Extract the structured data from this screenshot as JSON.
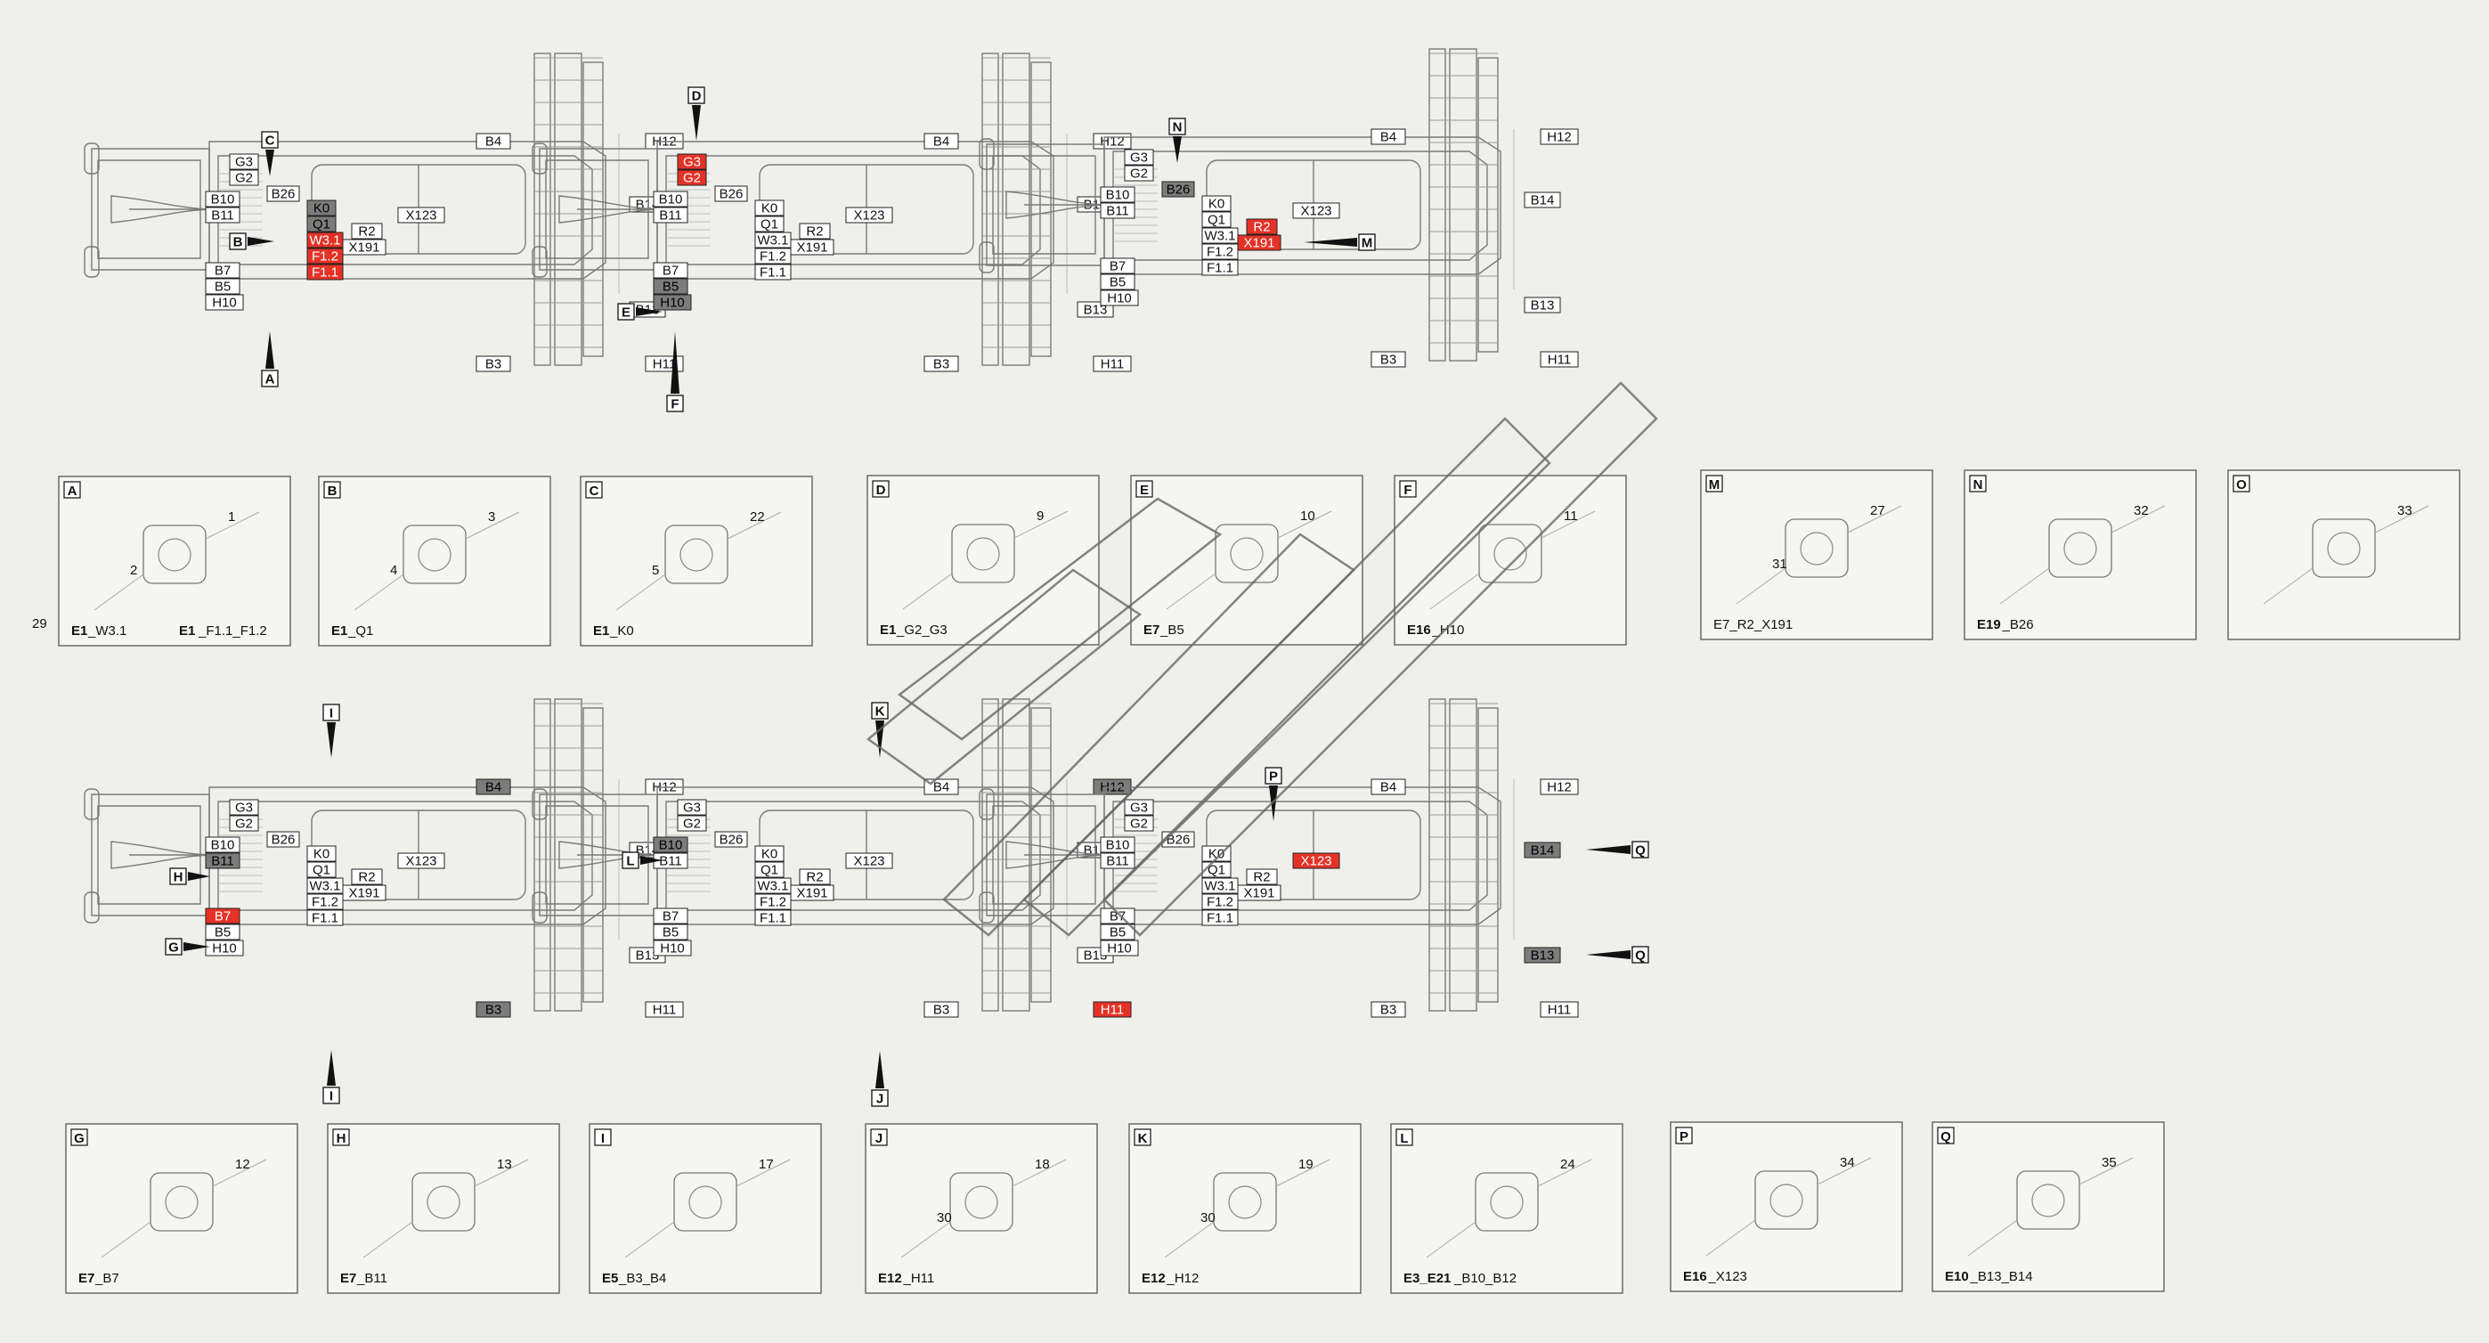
{
  "colors": {
    "background": "#efefeb",
    "line": "#6b6b6b",
    "highlight_red": "#e53227",
    "highlight_grey": "#7c7c7c",
    "frame": "#555555"
  },
  "labels_common": {
    "H12": "H12",
    "H11": "H11",
    "B14": "B14",
    "B13": "B13",
    "B4": "B4",
    "B3": "B3",
    "G3": "G3",
    "G2": "G2",
    "B26": "B26",
    "B10": "B10",
    "B11": "B11",
    "K0": "K0",
    "Q1": "Q1",
    "W31": "W3.1",
    "F12": "F1.2",
    "F11": "F1.1",
    "R2": "R2",
    "X191": "X191",
    "X123": "X123",
    "B7": "B7",
    "B5": "B5",
    "H10": "H10"
  },
  "markers": {
    "A": "A",
    "B": "B",
    "C": "C",
    "D": "D",
    "E": "E",
    "F": "F",
    "G": "G",
    "H": "H",
    "I": "I",
    "J": "J",
    "K": "K",
    "L": "L",
    "M": "M",
    "N": "N",
    "P": "P",
    "Q": "Q"
  },
  "detail_panels": [
    {
      "letter": "A",
      "numbers": [
        "1",
        "2",
        "29"
      ],
      "caption_code": "E1",
      "caption_rest": "_W3.1",
      "caption2_code": "E1",
      "caption2_rest": "_F1.1_F1.2"
    },
    {
      "letter": "B",
      "numbers": [
        "3",
        "4"
      ],
      "caption_code": "E1",
      "caption_rest": "_Q1"
    },
    {
      "letter": "C",
      "numbers": [
        "22",
        "5"
      ],
      "caption_code": "E1",
      "caption_rest": "_K0"
    },
    {
      "letter": "D",
      "numbers": [
        "9"
      ],
      "caption_code": "E1",
      "caption_rest": "_G2_G3"
    },
    {
      "letter": "E",
      "numbers": [
        "10"
      ],
      "caption_code": "E7",
      "caption_rest": "_B5"
    },
    {
      "letter": "F",
      "numbers": [
        "11"
      ],
      "caption_code": "E16",
      "caption_rest": "_H10"
    },
    {
      "letter": "M",
      "numbers": [
        "27",
        "31"
      ],
      "caption_code": "",
      "caption_rest": "E7_R2_X191"
    },
    {
      "letter": "N",
      "numbers": [
        "32"
      ],
      "caption_code": "E19",
      "caption_rest": "_B26"
    },
    {
      "letter": "O",
      "numbers": [
        "33"
      ],
      "caption_code": "",
      "caption_rest": ""
    },
    {
      "letter": "G",
      "numbers": [
        "12"
      ],
      "caption_code": "E7",
      "caption_rest": "_B7"
    },
    {
      "letter": "H",
      "numbers": [
        "13"
      ],
      "caption_code": "E7",
      "caption_rest": "_B11"
    },
    {
      "letter": "I",
      "numbers": [
        "17"
      ],
      "caption_code": "E5",
      "caption_rest": "_B3_B4"
    },
    {
      "letter": "J",
      "numbers": [
        "18",
        "30"
      ],
      "caption_code": "E12",
      "caption_rest": "_H11"
    },
    {
      "letter": "K",
      "numbers": [
        "19",
        "30"
      ],
      "caption_code": "E12",
      "caption_rest": "_H12"
    },
    {
      "letter": "L",
      "numbers": [
        "24"
      ],
      "caption_code": "E3_E21",
      "caption_rest": "_B10_B12"
    },
    {
      "letter": "P",
      "numbers": [
        "34"
      ],
      "caption_code": "E16",
      "caption_rest": "_X123"
    },
    {
      "letter": "Q",
      "numbers": [
        "35"
      ],
      "caption_code": "E10",
      "caption_rest": "_B13_B14"
    }
  ]
}
